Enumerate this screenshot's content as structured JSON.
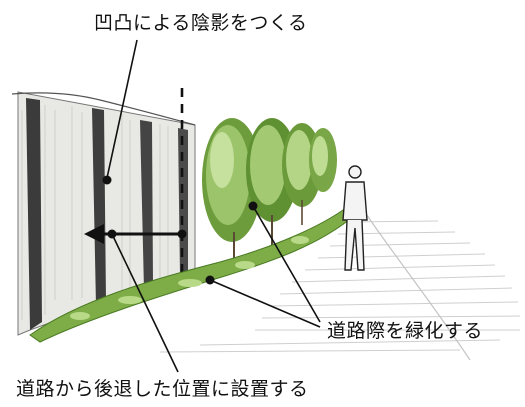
{
  "annotations": {
    "top": "凹凸による陰影をつくる",
    "right": "道路際を緑化する",
    "bottom": "道路から後退した位置に設置する"
  },
  "colors": {
    "ink": "#111111",
    "wall": "#e6e6e2",
    "column_dark": "#3d3d3d",
    "foliage_dark": "#5a8a2e",
    "foliage_light": "#b9d889",
    "hedge": "#6c9d3a",
    "road_lines": "#c8c8c8"
  },
  "icons": [
    "arrow-left-icon",
    "dashed-setback-line",
    "pedestrian-figure"
  ]
}
